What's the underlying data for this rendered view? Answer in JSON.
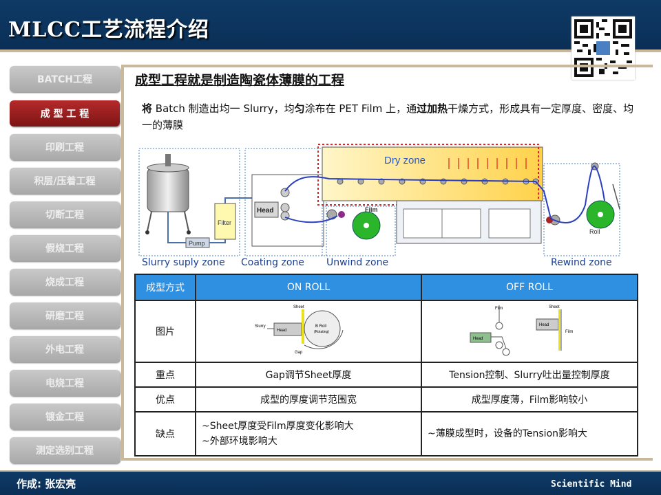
{
  "header": {
    "title": "MLCC工艺流程介绍"
  },
  "sidebar": {
    "items": [
      {
        "label": "BATCH工程",
        "active": false
      },
      {
        "label": "成 型 工 程",
        "active": true
      },
      {
        "label": "印刷工程",
        "active": false
      },
      {
        "label": "积层/压着工程",
        "active": false
      },
      {
        "label": "切断工程",
        "active": false
      },
      {
        "label": "假烧工程",
        "active": false
      },
      {
        "label": "烧成工程",
        "active": false
      },
      {
        "label": "研磨工程",
        "active": false
      },
      {
        "label": "外电工程",
        "active": false
      },
      {
        "label": "电烧工程",
        "active": false
      },
      {
        "label": "镀金工程",
        "active": false
      },
      {
        "label": "测定选别工程",
        "active": false
      }
    ]
  },
  "main": {
    "title": "成型工程就是制造陶瓷体薄膜的工程",
    "desc_lead": "将",
    "desc_body": " Batch 制造出均一 Slurry，均",
    "desc_b2": "匀",
    "desc_body2": "涂布在 PET Film 上，",
    "desc_body3": "通",
    "desc_b3": "过加热",
    "desc_body4": "干燥方式，形成具有一定厚度、密度、均一的薄膜"
  },
  "diagram": {
    "dry_zone": "Dry zone",
    "head": "Head",
    "filter": "Filter",
    "pump": "Pump",
    "film": "Film",
    "roll": "Roll",
    "zones": [
      "Slurry suply zone",
      "Coating zone",
      "Unwind zone",
      "Rewind zone"
    ]
  },
  "table": {
    "headers": [
      "成型方式",
      "ON  ROLL",
      "OFF ROLL"
    ],
    "rows": [
      {
        "label": "图片",
        "c1": "",
        "c2": ""
      },
      {
        "label": "重点",
        "c1": "Gap调节Sheet厚度",
        "c2": "Tension控制、Slurry吐出量控制厚度"
      },
      {
        "label": "优点",
        "c1": "成型的厚度调节范围宽",
        "c2": "成型厚度薄，Film影响较小"
      },
      {
        "label": "缺点",
        "c1a": "~Sheet厚度受Film厚度变化影响大",
        "c1b": "~外部环境影响大",
        "c2": "~薄膜成型时，设备的Tension影响大"
      }
    ],
    "on_roll_fig": {
      "sheet": "Sheet",
      "slurry": "Slurry",
      "head": "Head",
      "broll": "B Roll",
      "rotating": "(Rotating)",
      "gap": "Gap"
    },
    "off_roll_fig": {
      "film": "Film",
      "sheet": "Sheet",
      "head": "Head"
    }
  },
  "footer": {
    "author": "作成: 张宏亮",
    "brand": "Scientific Mind"
  },
  "colors": {
    "navy": "#0e3a66",
    "accent_red": "#9b1c1c",
    "table_header": "#2f8fe0",
    "zone_blue": "#1a3f8f"
  }
}
